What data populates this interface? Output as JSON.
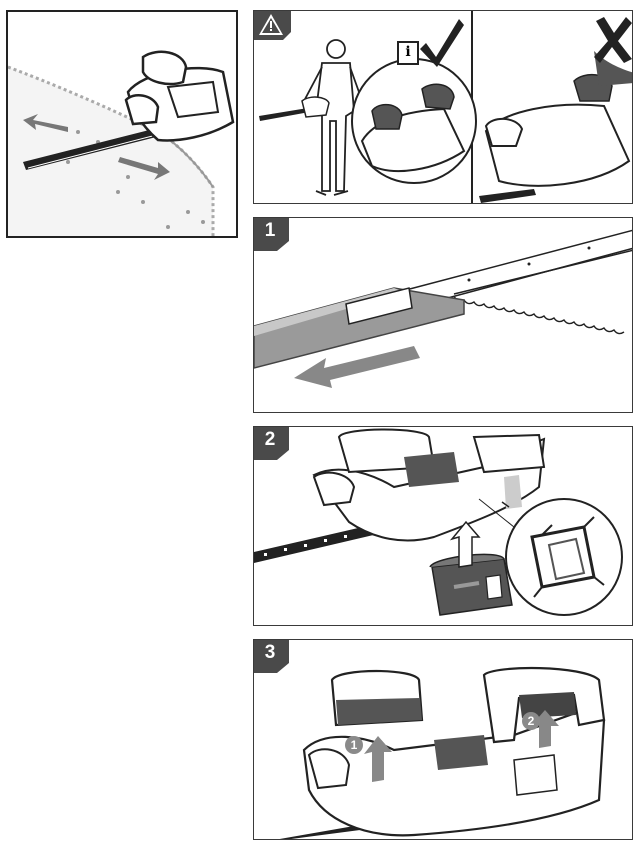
{
  "steps": [
    {
      "number": "1"
    },
    {
      "number": "2"
    },
    {
      "number": "3"
    }
  ],
  "callouts": {
    "sub_step_1": "1",
    "sub_step_2": "2",
    "info_label": "i"
  },
  "icons": {
    "warning": "warning-triangle-icon",
    "info": "info-icon",
    "correct": "check-mark-icon",
    "wrong": "cross-mark-icon"
  },
  "colors": {
    "badge": "#4a4a4a",
    "line": "#2a2a2a",
    "arrow": "#8a8a8a",
    "shade": "#d8d8d8"
  }
}
